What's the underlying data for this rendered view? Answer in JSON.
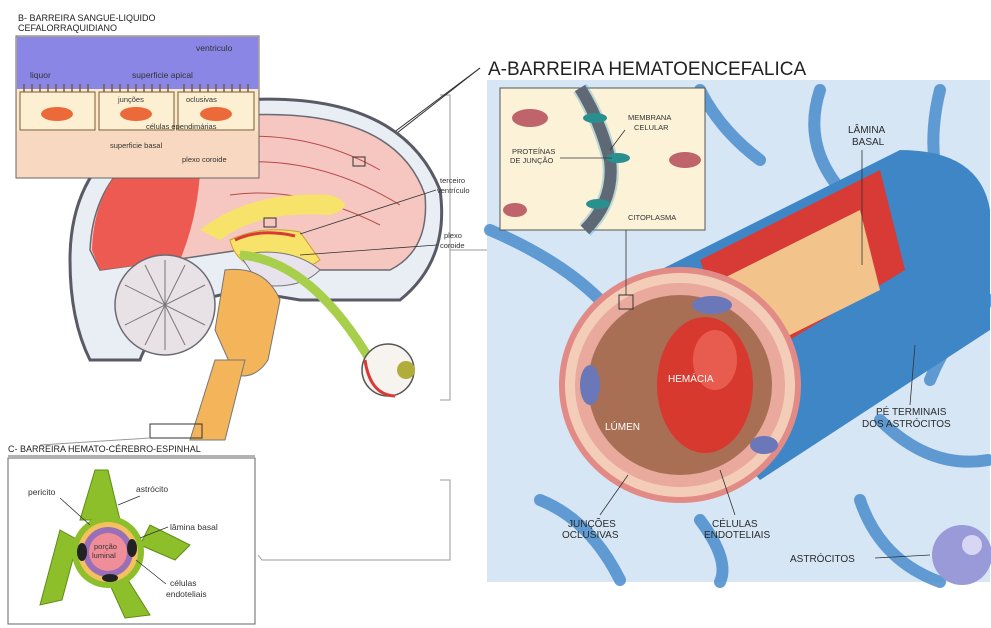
{
  "main_title": "A-BARREIRA HEMATOENCEFALICA",
  "panel_b": {
    "title_line1": "B- BARREIRA SANGUE-LIQUIDO",
    "title_line2": "CEFALORRAQUIDIANO",
    "ventricle": "ventriculo",
    "csf": "liquor",
    "apical_surface": "superficie apical",
    "junctions": "junções",
    "tight_junctions": "oclusivas",
    "ependymal_cells": "células ependimárias",
    "basal_surface": "superficie basal",
    "choroid_plexus": "plexo coroide"
  },
  "brain_labels": {
    "third_ventricle_l1": "terceiro",
    "third_ventricle_l2": "ventrículo",
    "choroid_plexus_l1": "plexo",
    "choroid_plexus_l2": "coroide"
  },
  "panel_a": {
    "junction_proteins_l1": "PROTEÍNAS",
    "junction_proteins_l2": "DE JUNÇÃO",
    "cell_membrane_l1": "MEMBRANA",
    "cell_membrane_l2": "CELULAR",
    "cytoplasm": "CITOPLASMA",
    "basal_lamina_l1": "LÂMINA",
    "basal_lamina_l2": "BASAL",
    "red_cell": "HEMÁCIA",
    "lumen": "LÚMEN",
    "astro_feet_l1": "PÉ TERMINAIS",
    "astro_feet_l2": "DOS ASTRÓCITOS",
    "tight_junctions_l1": "JUNÇÕES",
    "tight_junctions_l2": "OCLUSIVAS",
    "endothelial_l1": "CÉLULAS",
    "endothelial_l2": "ENDOTELIAIS",
    "astrocytes": "ASTRÓCITOS"
  },
  "panel_c": {
    "title": "C- BARREIRA HEMATO-CÉREBRO-ESPINHAL",
    "pericyte": "pericito",
    "astrocyte": "astrócito",
    "basal_lamina": "lâmina basal",
    "lumen_l1": "porção",
    "lumen_l2": "luminal",
    "endothelial_l1": "células",
    "endothelial_l2": "endoteliais"
  },
  "colors": {
    "brain_red": "#ec5a52",
    "brain_pink": "#f6c6c0",
    "ventricle_yellow": "#f7e26a",
    "spinal_orange": "#f4b45a",
    "vessel_red": "#d83a36",
    "astro_blue": "#3f86c6",
    "panel_bg": "#cfe2f3",
    "astro_green": "#8dbf2a",
    "epithelium_purple": "#8a86e6"
  }
}
